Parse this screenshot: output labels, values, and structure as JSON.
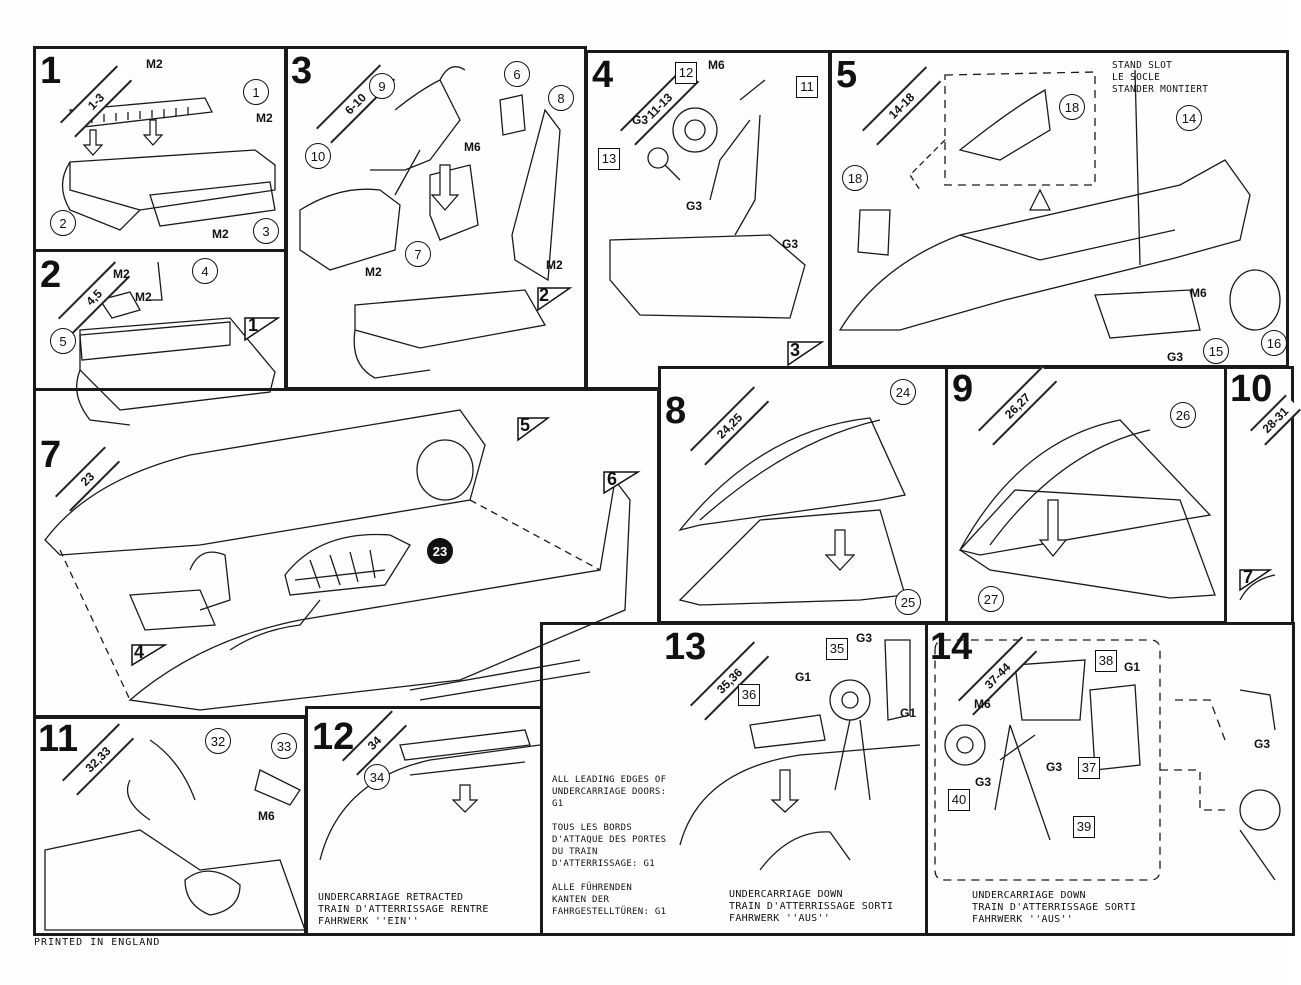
{
  "steps": [
    {
      "number": "1",
      "parts": "1-3"
    },
    {
      "number": "2",
      "parts": "4,5"
    },
    {
      "number": "3",
      "parts": "6-10"
    },
    {
      "number": "4",
      "parts": "11-13"
    },
    {
      "number": "5",
      "parts": "14-18"
    },
    {
      "number": "7",
      "parts": "23"
    },
    {
      "number": "8",
      "parts": "24,25"
    },
    {
      "number": "9",
      "parts": "26,27"
    },
    {
      "number": "10",
      "parts": "28-31"
    },
    {
      "number": "11",
      "parts": "32,33"
    },
    {
      "number": "12",
      "parts": "34"
    },
    {
      "number": "13",
      "parts": "35,36"
    },
    {
      "number": "14",
      "parts": "37-44"
    }
  ],
  "callouts": {
    "c1": "1",
    "c2": "2",
    "c3": "3",
    "c4": "4",
    "c5": "5",
    "c6": "6",
    "c7": "7",
    "c8": "8",
    "c9": "9",
    "c10": "10",
    "c14": "14",
    "c15": "15",
    "c16": "16",
    "c18a": "18",
    "c18b": "18",
    "c23": "23",
    "c24": "24",
    "c25": "25",
    "c26": "26",
    "c27": "27",
    "c32": "32",
    "c33": "33",
    "c34": "34"
  },
  "squares": {
    "s11": "11",
    "s12": "12",
    "s13": "13",
    "s35": "35",
    "s36": "36",
    "s37": "37",
    "s38": "38",
    "s39": "39",
    "s40": "40"
  },
  "refs": {
    "r1": "1",
    "r2": "2",
    "r3": "3",
    "r4": "4",
    "r5": "5",
    "r6": "6",
    "r7": "7"
  },
  "codes": {
    "m2a": "M2",
    "m2b": "M2",
    "m2c": "M2",
    "m2d": "M2",
    "m2e": "M2",
    "m2f": "M2",
    "m2g": "M2",
    "m6a": "M6",
    "m6b": "M6",
    "m6c": "M6",
    "m6d": "M6",
    "m6e": "M6",
    "g3a": "G3",
    "g3b": "G3",
    "g3c": "G3",
    "g3d": "G3",
    "g3e": "G3",
    "g3f": "G3",
    "g3g": "G3",
    "g3h": "G3",
    "g1a": "G1",
    "g1b": "G1",
    "g1c": "G1"
  },
  "notes": {
    "stand_slot": "STAND SLOT\nLE SOCLE\nSTANDER MONTIERT",
    "leading_edges": "ALL LEADING EDGES OF\nUNDERCARRIAGE DOORS:\nG1\n\nTOUS LES BORDS\nD'ATTAQUE DES PORTES\nDU TRAIN\nD'ATTERRISSAGE: G1\n\nALLE FÜHRENDEN\nKANTEN DER\nFAHRGESTELLTÜREN: G1",
    "retracted": "UNDERCARRIAGE RETRACTED\nTRAIN D'ATTERRISSAGE RENTRE\nFAHRWERK ''EIN''",
    "down_13": "UNDERCARRIAGE DOWN\nTRAIN D'ATTERRISSAGE SORTI\nFAHRWERK ''AUS''",
    "down_14": "UNDERCARRIAGE DOWN\nTRAIN D'ATTERRISSAGE SORTI\nFAHRWERK ''AUS''"
  },
  "footer": "PRINTED IN ENGLAND"
}
